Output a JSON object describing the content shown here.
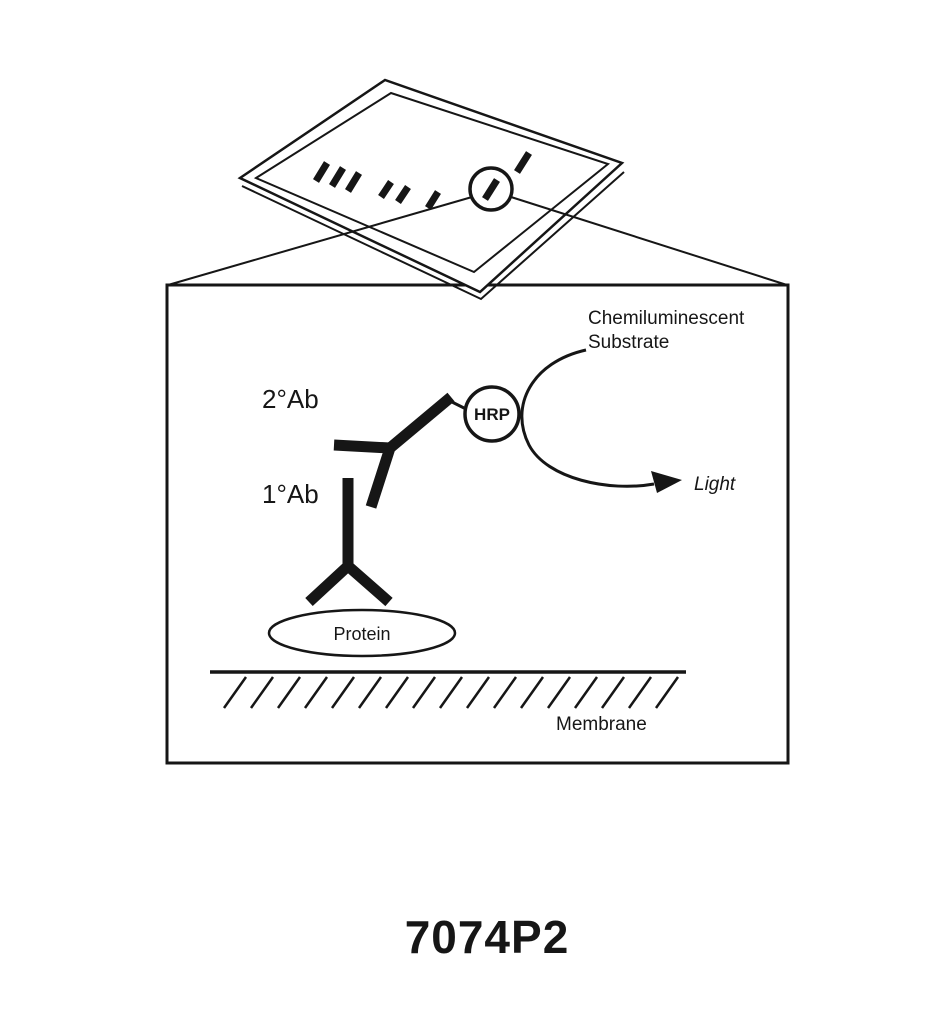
{
  "figure": {
    "product_code": "7074P2",
    "detail": {
      "secondary_ab_label": "2°Ab",
      "primary_ab_label": "1°Ab",
      "enzyme_label": "HRP",
      "substrate_label_line1": "Chemiluminescent",
      "substrate_label_line2": "Substrate",
      "light_label": "Light",
      "protein_label": "Protein",
      "membrane_label": "Membrane"
    },
    "colors": {
      "ink": "#161616",
      "background": "#ffffff"
    }
  }
}
